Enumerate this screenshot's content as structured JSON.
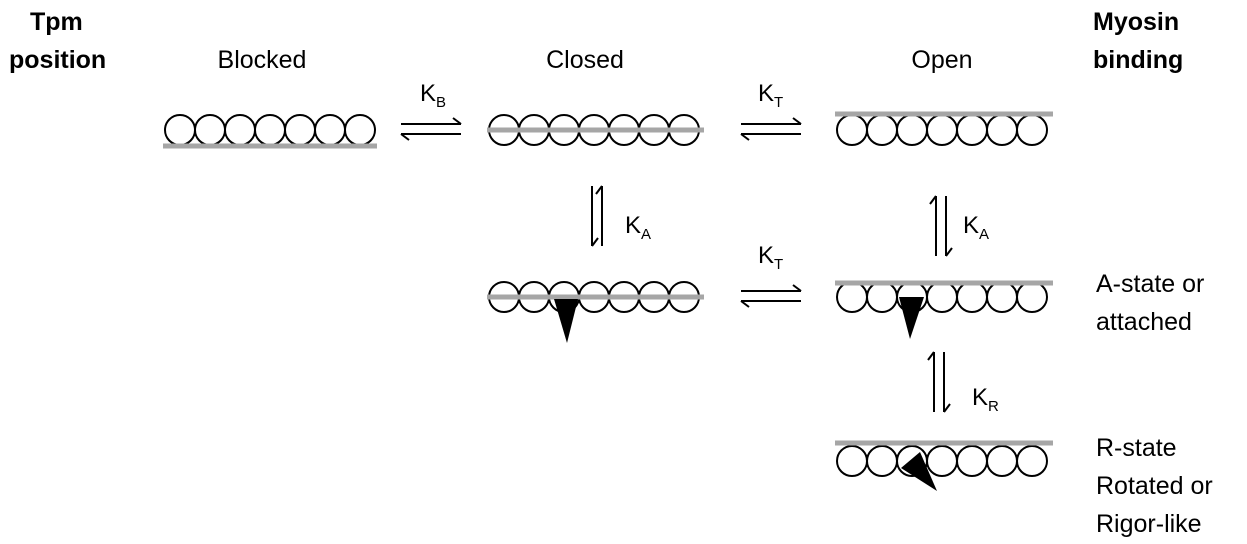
{
  "header": {
    "left_line1": "Tpm",
    "left_line2": "position",
    "right_line1": "Myosin",
    "right_line2": "binding"
  },
  "states": {
    "blocked": "Blocked",
    "closed": "Closed",
    "open": "Open"
  },
  "constants": {
    "kb": {
      "base": "K",
      "sub": "B"
    },
    "kt1": {
      "base": "K",
      "sub": "T"
    },
    "ka1": {
      "base": "K",
      "sub": "A"
    },
    "kt2": {
      "base": "K",
      "sub": "T"
    },
    "ka2": {
      "base": "K",
      "sub": "A"
    },
    "kr": {
      "base": "K",
      "sub": "R"
    }
  },
  "binding_states": {
    "a_line1": "A-state or",
    "a_line2": "attached",
    "r_line1": "R-state",
    "r_line2": "Rotated or",
    "r_line3": "Rigor-like"
  },
  "colors": {
    "tropomyosin": "#a6a6a6",
    "outline": "#000000",
    "myosin": "#000000"
  }
}
